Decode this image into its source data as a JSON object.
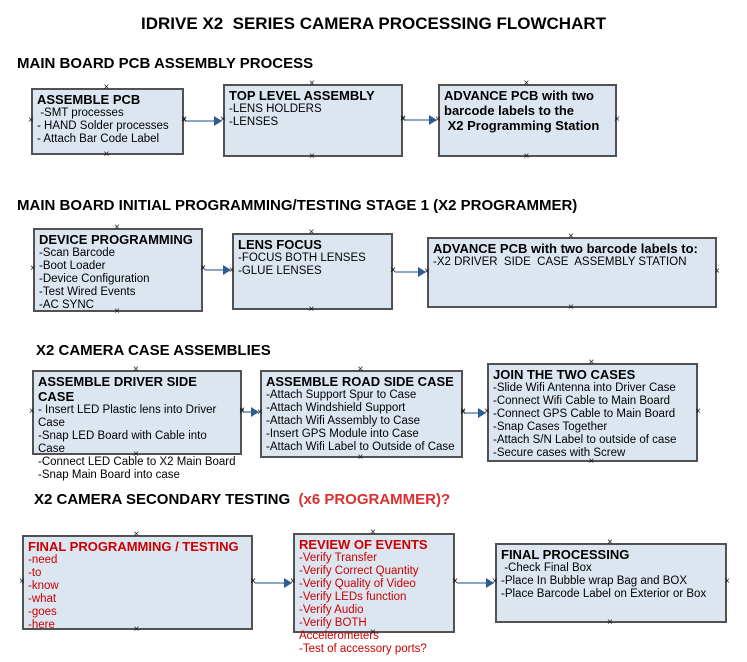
{
  "title": "IDRIVE X2  SERIES CAMERA PROCESSING FLOWCHART",
  "glyphs": {
    "handle": "×"
  },
  "colors": {
    "box_fill": "#dce6f1",
    "box_border": "#525252",
    "red_text": "#cc0000",
    "heading_red": "#d93030",
    "arrow_line": "#8aa8c6",
    "arrowhead": "#2d5c8e"
  },
  "sections": [
    {
      "heading": "MAIN BOARD PCB ASSEMBLY PROCESS",
      "boxes": [
        {
          "title": "ASSEMBLE PCB",
          "items": [
            " -SMT processes",
            "- HAND Solder processes",
            "- Attach Bar Code Label"
          ]
        },
        {
          "title": "TOP LEVEL ASSEMBLY",
          "items": [
            "-LENS HOLDERS",
            "-LENSES"
          ]
        },
        {
          "title": "ADVANCE PCB with two\nbarcode labels to the\n X2 Programming Station",
          "items": []
        }
      ]
    },
    {
      "heading": "MAIN BOARD INITIAL PROGRAMMING/TESTING STAGE 1 (X2 PROGRAMMER)",
      "boxes": [
        {
          "title": "DEVICE PROGRAMMING",
          "items": [
            "-Scan Barcode",
            "-Boot Loader",
            "-Device Configuration",
            "-Test Wired Events",
            "-AC SYNC"
          ]
        },
        {
          "title": "LENS FOCUS",
          "items": [
            "-FOCUS BOTH LENSES",
            "-GLUE LENSES"
          ]
        },
        {
          "title": "ADVANCE PCB with two barcode labels to:",
          "items": [
            "-X2 DRIVER  SIDE  CASE  ASSEMBLY STATION"
          ]
        }
      ]
    },
    {
      "heading": "X2 CAMERA CASE ASSEMBLIES",
      "boxes": [
        {
          "title": "ASSEMBLE DRIVER SIDE CASE",
          "items": [
            "- Insert LED Plastic lens into Driver Case",
            "-Snap LED Board with Cable into Case",
            "-Connect LED Cable to X2 Main Board",
            "-Snap Main Board into case"
          ]
        },
        {
          "title": "ASSEMBLE ROAD SIDE CASE",
          "items": [
            "-Attach Support Spur to Case",
            "-Attach Windshield Support",
            "-Attach Wifi Assembly to Case",
            "-Insert GPS Module into Case",
            "-Attach Wifi Label to Outside of Case"
          ]
        },
        {
          "title": "JOIN THE TWO CASES",
          "items": [
            "-Slide Wifi Antenna into Driver Case",
            "-Connect Wifi Cable to Main Board",
            "-Connect GPS Cable to Main Board",
            "-Snap Cases Together",
            "-Attach S/N Label to outside of case",
            "-Secure cases with Screw"
          ]
        }
      ]
    },
    {
      "heading": "X2 CAMERA SECONDARY TESTING ",
      "heading_red": " (x6 PROGRAMMER)?",
      "boxes": [
        {
          "title": "FINAL PROGRAMMING / TESTING",
          "items": [
            "-need",
            "-to",
            "-know",
            "-what",
            "-goes",
            "-here"
          ]
        },
        {
          "title": "REVIEW OF EVENTS",
          "items": [
            "-Verify Transfer",
            "-Verify Correct Quantity",
            "-Verify Quality of Video",
            "-Verify LEDs function",
            "-Verify Audio",
            "-Verify BOTH Accelerometers",
            "-Test of accessory ports?"
          ]
        },
        {
          "title": "FINAL PROCESSING",
          "items": [
            " -Check Final Box",
            "-Place In Bubble wrap Bag and BOX",
            "-Place Barcode Label on Exterior or Box"
          ]
        }
      ]
    }
  ]
}
